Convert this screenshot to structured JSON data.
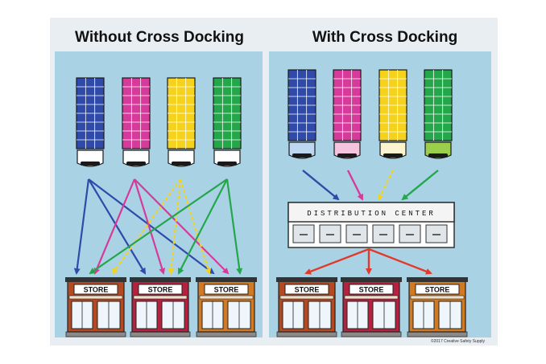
{
  "left_panel": {
    "title": "Without Cross Docking"
  },
  "right_panel": {
    "title": "With Cross Docking"
  },
  "truck_colors": [
    "#2f4aa8",
    "#d63a9a",
    "#f5d21b",
    "#24a64a"
  ],
  "truck_cab_colors_right": [
    "#bcd7ef",
    "#f4c4df",
    "#fbf4cf",
    "#9bcf4b"
  ],
  "distribution_center": {
    "label": "DISTRIBUTION CENTER"
  },
  "store_label": "STORE",
  "arrow_colors": {
    "blue": "#2f4aa8",
    "pink": "#d63a9a",
    "yellow": "#f5d21b",
    "green": "#24a64a",
    "red": "#e23a2a"
  },
  "store_colors": [
    "#b54a22",
    "#b52240",
    "#d17a22"
  ],
  "credit": "©2017 Creative Safety Supply",
  "panel_bg": "#a9d3e5"
}
